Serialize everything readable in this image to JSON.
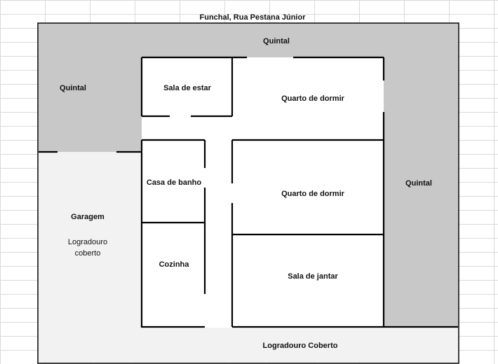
{
  "title": "Funchal, Rua Pestana Júnior",
  "labels": {
    "quintal_top": "Quintal",
    "quintal_left": "Quintal",
    "quintal_right": "Quintal",
    "sala_estar": "Sala de estar",
    "quarto_1": "Quarto de dormir",
    "quarto_2": "Quarto de dormir",
    "casa_banho": "Casa de banho",
    "cozinha": "Cozinha",
    "sala_jantar": "Sala de jantar",
    "garagem": "Garagem",
    "logradouro_coberto_left": "Logradouro coberto",
    "logradouro_coberto_bottom": "Logradouro Coberto"
  },
  "colors": {
    "quintal": "#c8c8c8",
    "logradouro": "#f2f2f2",
    "wall": "#000000",
    "grid": "#d9d9d9"
  }
}
